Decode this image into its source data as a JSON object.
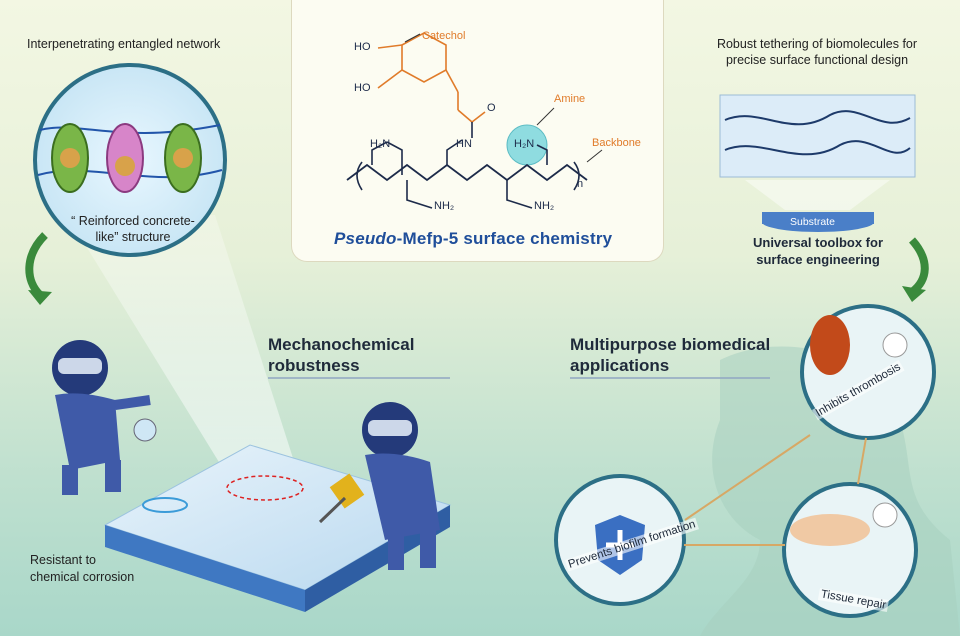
{
  "top_left": {
    "title": "Interpenetrating entangled network",
    "inset_label_line1": "“ Reinforced concrete-",
    "inset_label_line2": "like” structure"
  },
  "chemistry": {
    "catechol": "Catechol",
    "amine": "Amine",
    "backbone": "Backbone",
    "ho1": "HO",
    "ho2": "HO",
    "o": "O",
    "hn": "HN",
    "h2n_1": "H₂N",
    "h2n_2": "H₂N",
    "nh2_1": "NH₂",
    "nh2_2": "NH₂",
    "n_sub": "n",
    "title_italic": "Pseudo",
    "title_rest": "-Mefp-5 surface chemistry"
  },
  "top_right": {
    "title_line1": "Robust tethering of biomolecules for",
    "title_line2": "precise surface functional design",
    "substrate": "Substrate",
    "toolbox_line1": "Universal toolbox for",
    "toolbox_line2": "surface engineering"
  },
  "middle": {
    "mechano_line1": "Mechanochemical",
    "mechano_line2": "robustness",
    "multi_line1": "Multipurpose biomedical",
    "multi_line2": "applications"
  },
  "bottom_left": {
    "resist_line1": "Resistant to",
    "resist_line2": "chemical corrosion"
  },
  "applications": {
    "thrombosis": "Inhibits thrombosis",
    "biofilm": "Prevents biofilm formation",
    "tissue": "Tissue repair"
  },
  "colors": {
    "accent_blue": "#1f4e9a",
    "label_orange": "#e07b2a",
    "arrow_green": "#3a8a3c",
    "suit_blue": "#3f5aa8",
    "circle_teal": "#2c6f86"
  }
}
